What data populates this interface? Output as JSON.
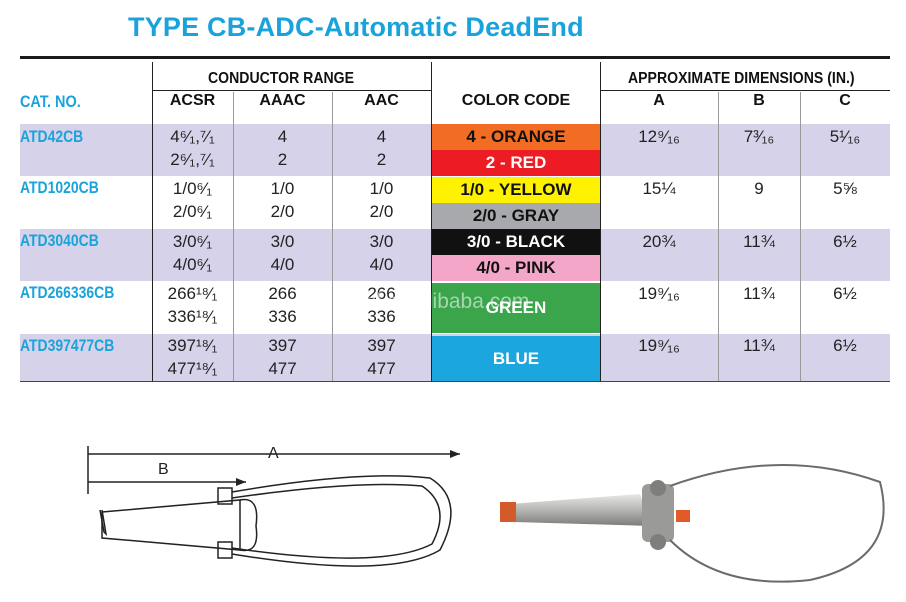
{
  "title": "TYPE CB-ADC-Automatic DeadEnd",
  "headers": {
    "cat_no": "CAT. NO.",
    "conductor_range": "CONDUCTOR RANGE",
    "acsr": "ACSR",
    "aaac": "AAAC",
    "aac": "AAC",
    "color_code": "COLOR CODE",
    "approx_dims": "APPROXIMATE DIMENSIONS (IN.)",
    "a": "A",
    "b": "B",
    "c": "C"
  },
  "rows": [
    {
      "cat": "ATD42CB",
      "acsr1": "4⁶⁄₁,⁷⁄₁",
      "acsr2": "2⁶⁄₁,⁷⁄₁",
      "aaac1": "4",
      "aaac2": "2",
      "aac1": "4",
      "aac2": "2",
      "a": "12⁹⁄₁₆",
      "b": "7³⁄₁₆",
      "c": "5¹⁄₁₆"
    },
    {
      "cat": "ATD1020CB",
      "acsr1": "1/0⁶⁄₁",
      "acsr2": "2/0⁶⁄₁",
      "aaac1": "1/0",
      "aaac2": "2/0",
      "aac1": "1/0",
      "aac2": "2/0",
      "a": "15¼",
      "b": "9",
      "c": "5⅝"
    },
    {
      "cat": "ATD3040CB",
      "acsr1": "3/0⁶⁄₁",
      "acsr2": "4/0⁶⁄₁",
      "aaac1": "3/0",
      "aaac2": "4/0",
      "aac1": "3/0",
      "aac2": "4/0",
      "a": "20¾",
      "b": "11¾",
      "c": "6½"
    },
    {
      "cat": "ATD266336CB",
      "acsr1": "266¹⁸⁄₁",
      "acsr2": "336¹⁸⁄₁",
      "aaac1": "266",
      "aaac2": "336",
      "aac1": "266",
      "aac2": "336",
      "a": "19⁹⁄₁₆",
      "b": "11¾",
      "c": "6½"
    },
    {
      "cat": "ATD397477CB",
      "acsr1": "397¹⁸⁄₁",
      "acsr2": "477¹⁸⁄₁",
      "aaac1": "397",
      "aaac2": "477",
      "aac1": "397",
      "aac2": "477",
      "a": "19⁹⁄₁₆",
      "b": "11¾",
      "c": "6½"
    }
  ],
  "colors": [
    {
      "label": "4 - ORANGE",
      "bg": "#f26c23",
      "fg": "#111111"
    },
    {
      "label": "2 - RED",
      "bg": "#ed1c24",
      "fg": "#ffffff"
    },
    {
      "label": "1/0 - YELLOW",
      "bg": "#fff200",
      "fg": "#111111"
    },
    {
      "label": "2/0 - GRAY",
      "bg": "#a7a9ac",
      "fg": "#111111"
    },
    {
      "label": "3/0 - BLACK",
      "bg": "#111111",
      "fg": "#ffffff"
    },
    {
      "label": "4/0 - PINK",
      "bg": "#f4a6c8",
      "fg": "#111111"
    },
    {
      "label": "GREEN",
      "bg": "#3aa54a",
      "fg": "#ffffff"
    },
    {
      "label": "BLUE",
      "bg": "#1ba6e0",
      "fg": "#ffffff"
    }
  ],
  "diagram": {
    "label_a": "A",
    "label_b": "B"
  },
  "watermark": "scml.en.alibaba.com",
  "theme": {
    "accent": "#1aa3db",
    "band": "#d5d2ea"
  }
}
